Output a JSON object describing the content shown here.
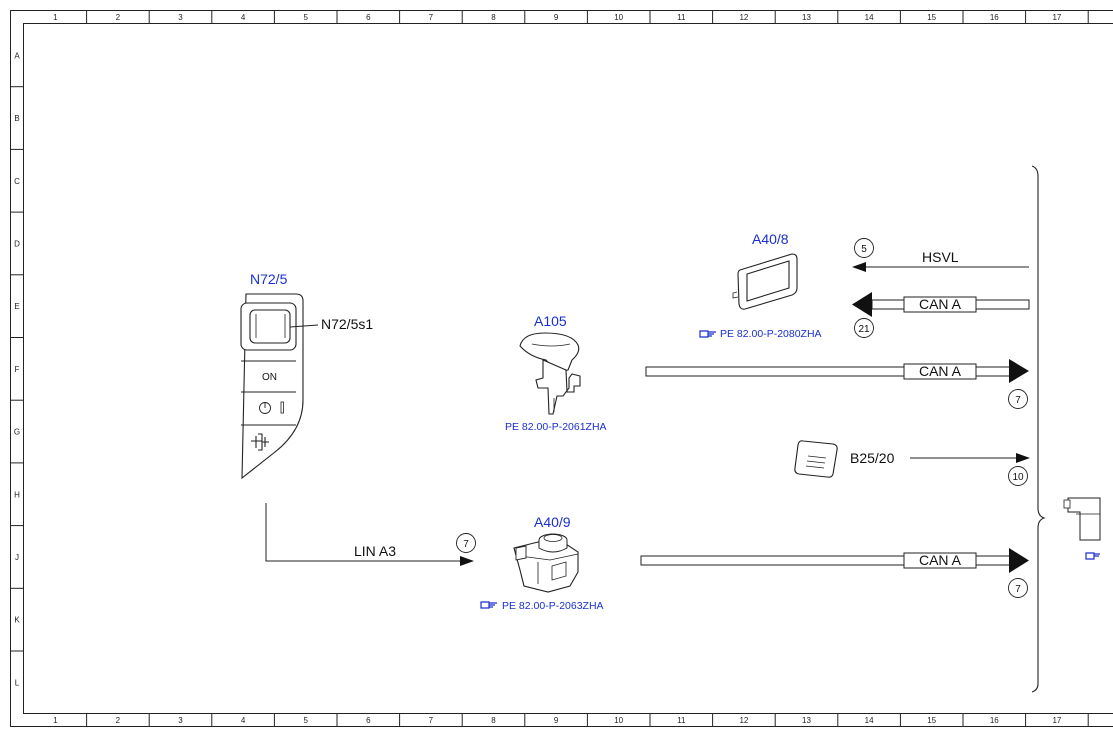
{
  "border": {
    "columns": [
      "1",
      "2",
      "3",
      "4",
      "5",
      "6",
      "7",
      "8",
      "9",
      "10",
      "11",
      "12",
      "13",
      "14",
      "15",
      "16",
      "17"
    ],
    "rows": [
      "A",
      "B",
      "C",
      "D",
      "E",
      "F",
      "G",
      "H",
      "J",
      "K",
      "L"
    ]
  },
  "components": {
    "n72_5": {
      "label": "N72/5",
      "switch_label": "N72/5s1",
      "button_on": "ON"
    },
    "a105": {
      "label": "A105",
      "ref": "PE 82.00-P-2061ZHA"
    },
    "a40_8": {
      "label": "A40/8",
      "ref": "PE 82.00-P-2080ZHA"
    },
    "a40_9": {
      "label": "A40/9",
      "ref": "PE 82.00-P-2063ZHA"
    },
    "b25_20": {
      "label": "B25/20"
    }
  },
  "connections": {
    "hsvl": {
      "label": "HSVL",
      "circle": "5"
    },
    "can_a_in": {
      "label": "CAN A",
      "circle": "21"
    },
    "can_a_a105": {
      "label": "CAN A",
      "circle": "7"
    },
    "b25_line": {
      "circle": "10"
    },
    "lin_a3": {
      "label": "LIN A3",
      "circle": "7"
    },
    "can_a_a40_9": {
      "label": "CAN A",
      "circle": "7"
    }
  },
  "ref_icon": "pointing-hand-icon"
}
